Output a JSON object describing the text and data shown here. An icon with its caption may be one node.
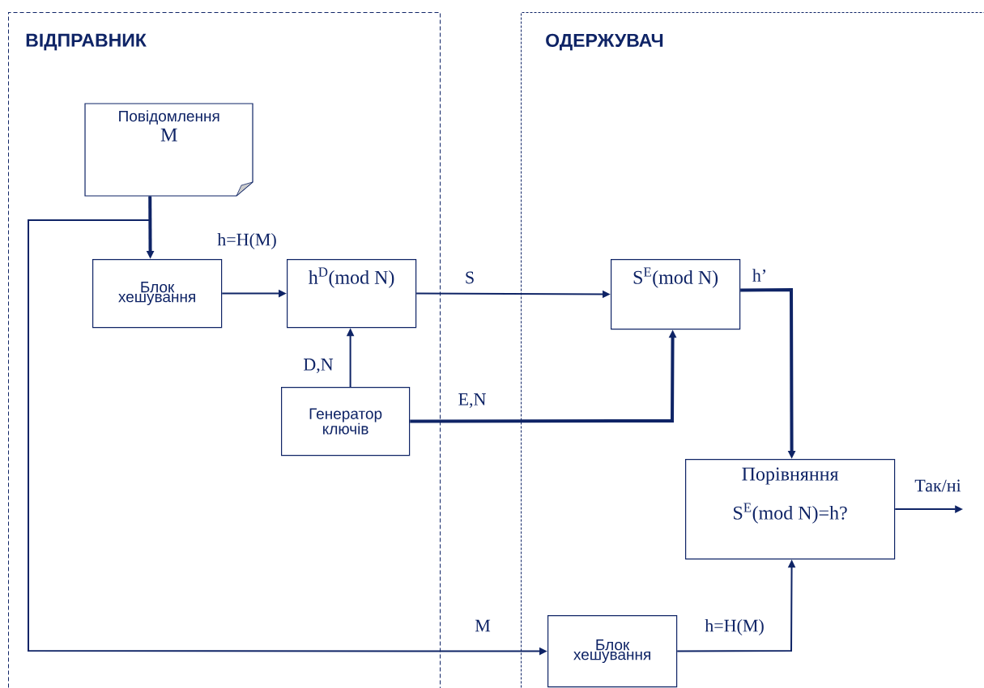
{
  "diagram": {
    "nodes": [
      {
        "text": [
          "ВІДПРАВНИК"
        ]
      },
      {
        "text": [
          "ОДЕРЖУВАЧ"
        ]
      },
      {
        "text": [
          "Повідомлення",
          "M"
        ],
        "in": 0
      },
      {
        "text": [
          "Блок хешування"
        ],
        "in": 0
      },
      {
        "text": [
          "h$^{D}$(mod N)"
        ],
        "in": 0
      },
      {
        "text": [
          "Генератор ключів"
        ],
        "in": 0
      },
      {
        "text": [
          "S$^{E}$(mod N)"
        ],
        "in": 1
      },
      {
        "text": [
          "Порівняння",
          "S$^{E}$(mod N)=h?"
        ],
        "in": 1
      },
      {
        "text": [
          "Блок хешування"
        ],
        "in": 1
      }
    ],
    "edges": [
      {
        "from": 2,
        "to": 3,
        "arrow": "to",
        "style": "thick"
      },
      {
        "from": 2,
        "to": 8,
        "arrow": "to",
        "label": "M"
      },
      {
        "from": 3,
        "to": 4,
        "arrow": "to",
        "label": "h=H(M)"
      },
      {
        "from": 4,
        "to": 6,
        "arrow": "to",
        "label": "S"
      },
      {
        "from": 5,
        "to": 4,
        "arrow": "to",
        "label": "D,N"
      },
      {
        "from": 5,
        "to": 6,
        "arrow": "to",
        "label": "E,N",
        "style": "thick"
      },
      {
        "from": 6,
        "to": 7,
        "arrow": "to",
        "label": "h’",
        "style": "thick"
      },
      {
        "from": 8,
        "to": 7,
        "arrow": "to",
        "label": "h=H(M)"
      },
      {
        "from": 7,
        "to": null,
        "arrow": "to",
        "label": "Так/ні"
      }
    ]
  }
}
